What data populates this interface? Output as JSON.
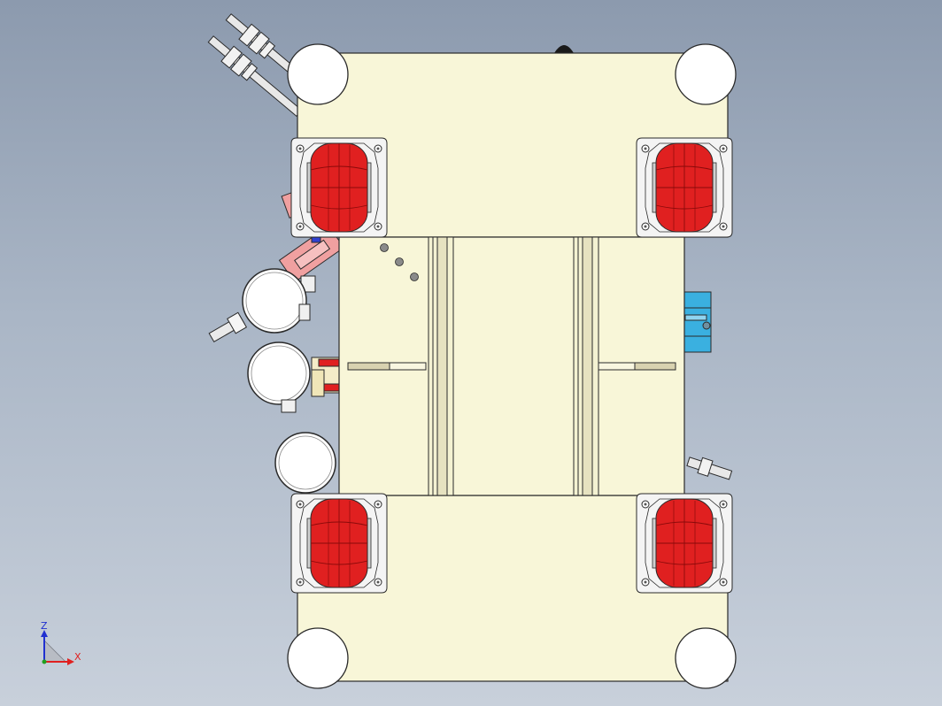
{
  "viewport": {
    "background_top": "#8c9aae",
    "background_bottom": "#c8d0db"
  },
  "colors": {
    "frame": "#f8f6d8",
    "outline": "#2a2a2a",
    "caster_wheel": "#e02020",
    "caster_wheel_dark": "#a81010",
    "caster_plate": "#f4f4f4",
    "pink_bracket": "#f0a0a0",
    "blue_block": "#3ab0e0",
    "slide_bar": "#d8d2b0",
    "axis_x": "#e02020",
    "axis_y": "#20a020",
    "axis_z": "#2030d0"
  },
  "triad": {
    "z_label": "Z",
    "x_label": "X"
  },
  "parts": {
    "casters": [
      "caster-top-left",
      "caster-top-right",
      "caster-bottom-left",
      "caster-bottom-right"
    ],
    "corner_bumpers": [
      "bumper-top-left",
      "bumper-top-right",
      "bumper-bottom-left",
      "bumper-bottom-right"
    ],
    "side_rollers": [
      "roller-upper",
      "roller-middle",
      "roller-lower"
    ]
  }
}
